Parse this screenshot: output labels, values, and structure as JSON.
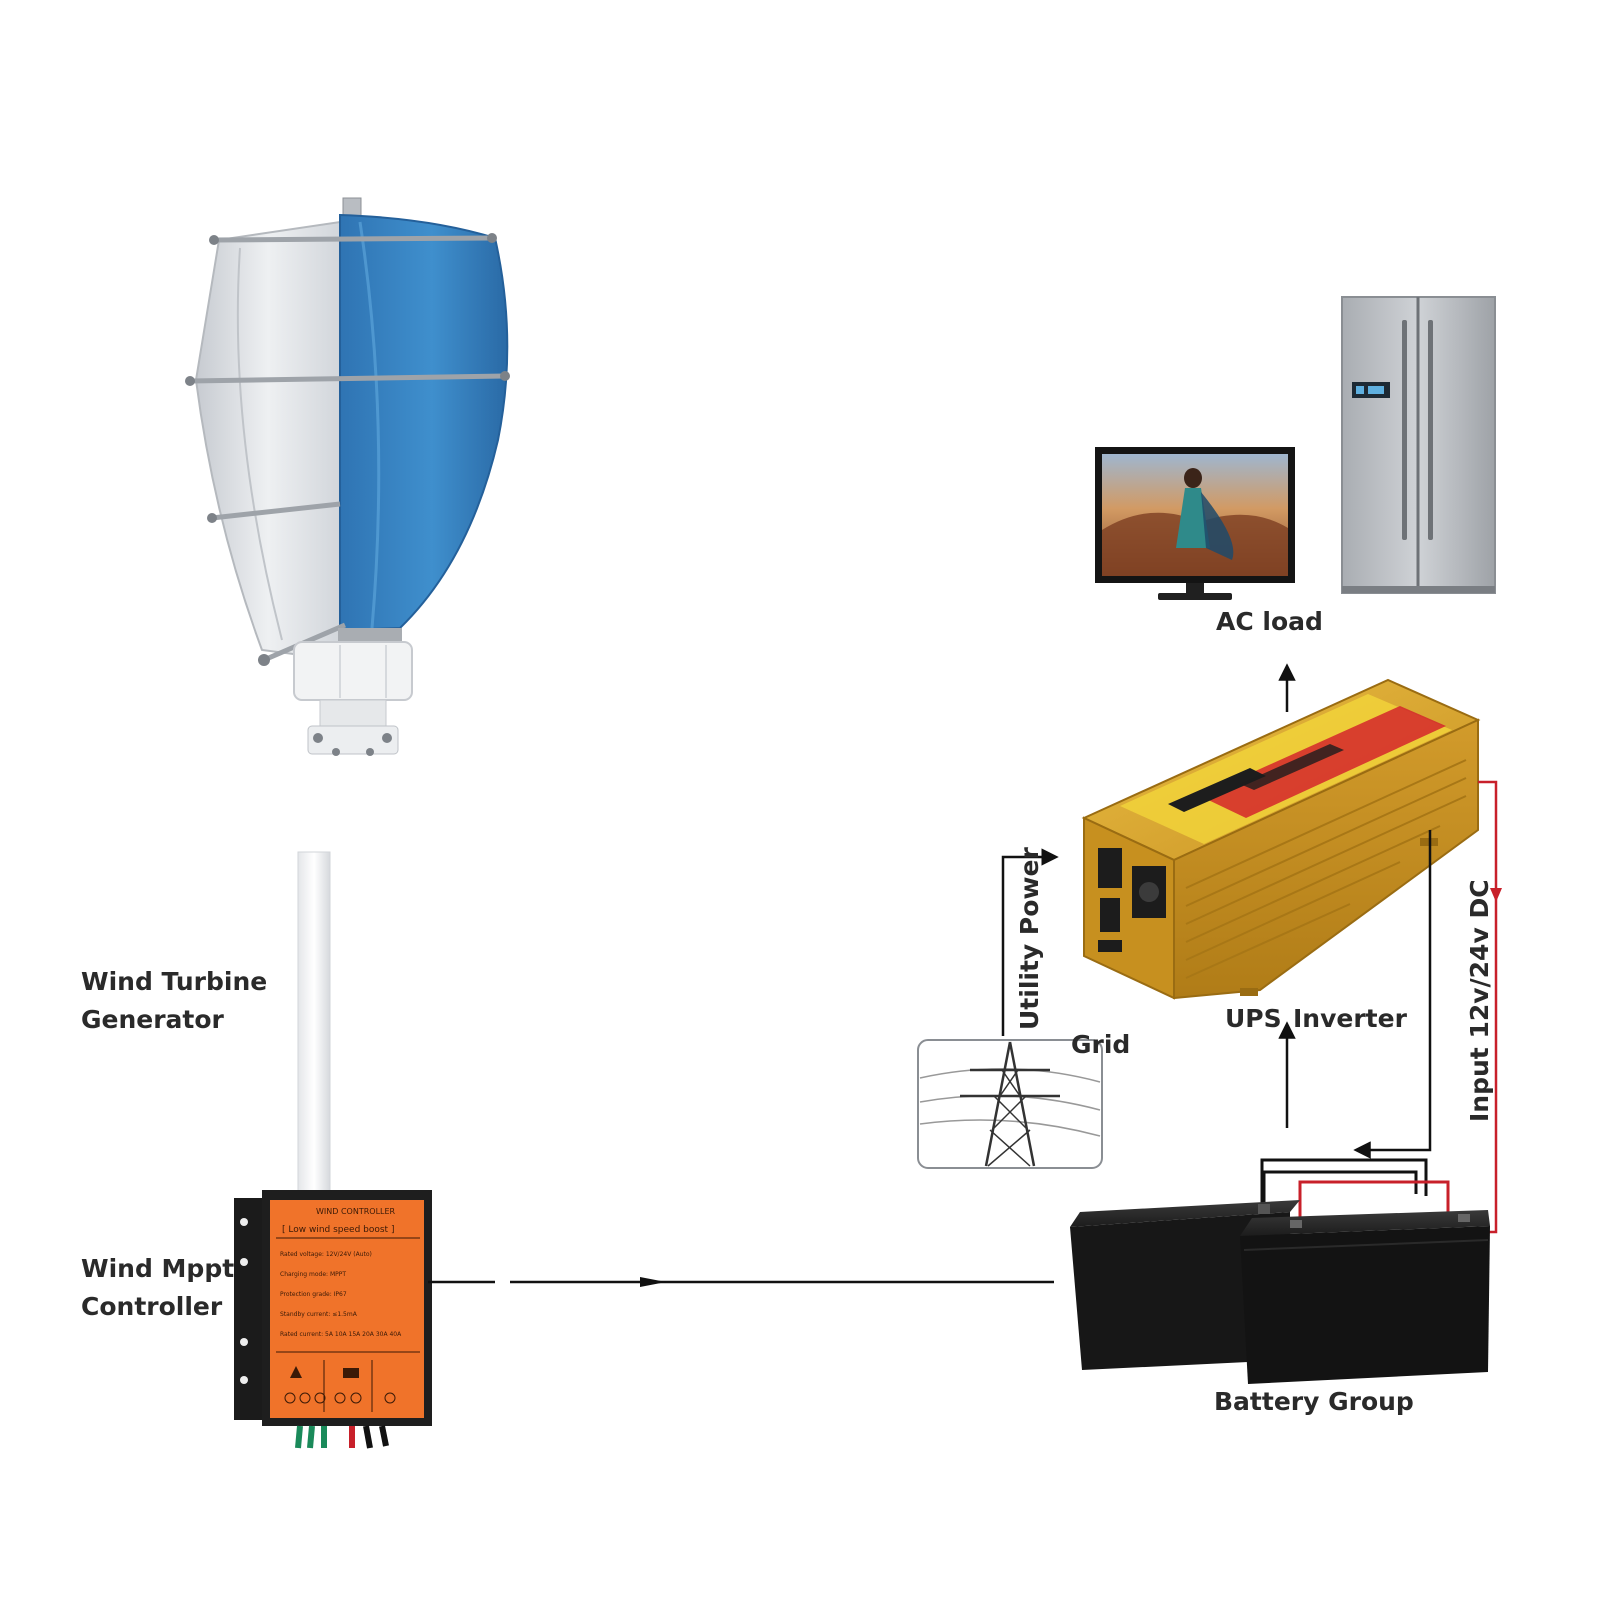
{
  "labels": {
    "wind_turbine_line1": "Wind Turbine",
    "wind_turbine_line2": "Generator",
    "controller_line1": "Wind Mppt",
    "controller_line2": "Controller",
    "ac_load": "AC load",
    "utility_power": "Utility Power",
    "grid": "Grid",
    "ups": "UPS",
    "inverter": "Inverter",
    "input_dc": "Input 12v/24v DC",
    "battery_group": "Battery Group"
  },
  "controller_panel": {
    "title": "WIND CONTROLLER",
    "subtitle": "[ Low wind speed boost ]",
    "lines": [
      "Rated voltage: 12V/24V (Auto)",
      "Charging mode: MPPT",
      "Protection grade: IP67",
      "Standby current: ≤1.5mA",
      "Rated current: 5A 10A 15A 20A 30A 40A"
    ]
  },
  "colors": {
    "turbine_blue": "#3a86c4",
    "turbine_white": "#dcdfe3",
    "controller_orange": "#f0732a",
    "inverter_gold": "#d9a52c",
    "battery_black": "#1a1a1a",
    "dc_positive_red": "#c8202a",
    "wire_black": "#111111"
  },
  "icons": [
    "wind-turbine",
    "mppt-controller",
    "monitor",
    "refrigerator",
    "ups-inverter",
    "power-pylon",
    "battery"
  ]
}
